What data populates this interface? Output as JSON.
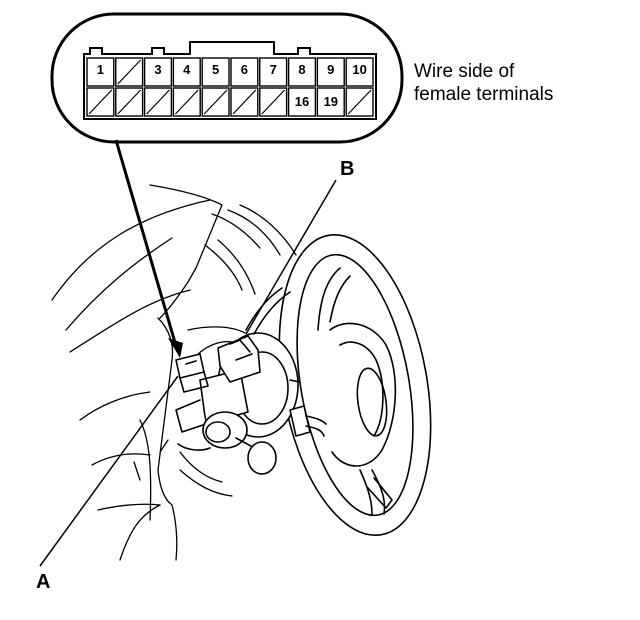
{
  "connector": {
    "top_row": [
      "1",
      "",
      "3",
      "4",
      "5",
      "6",
      "7",
      "8",
      "9",
      "10"
    ],
    "bottom_row": [
      "",
      "",
      "",
      "",
      "",
      "",
      "",
      "16",
      "19",
      ""
    ],
    "caption_line1": "Wire side of",
    "caption_line2": "female terminals"
  },
  "callouts": {
    "a": "A",
    "b": "B"
  }
}
